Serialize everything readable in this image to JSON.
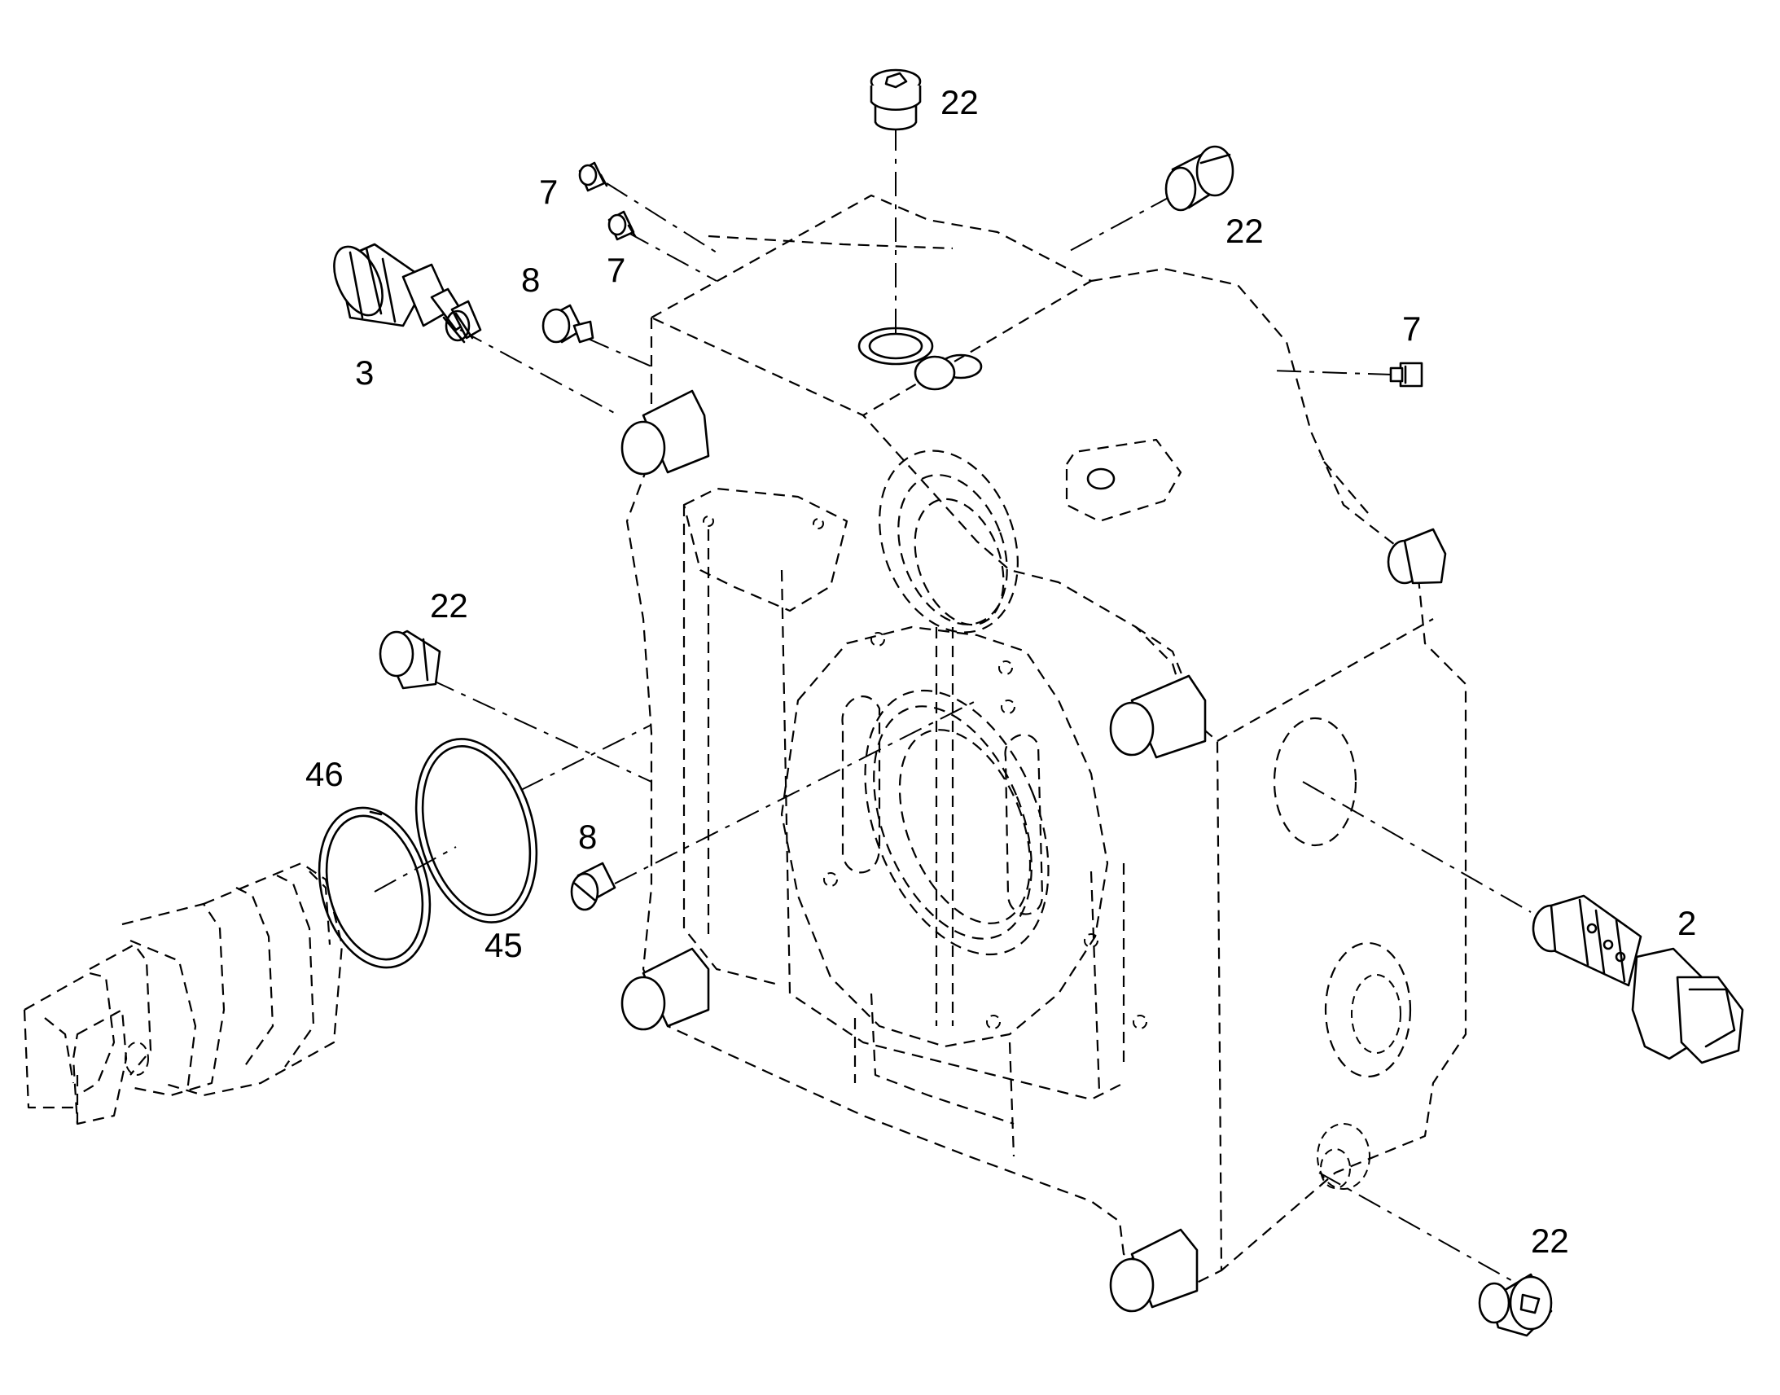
{
  "drawing": {
    "callouts": [
      {
        "id": "c-22-top",
        "text": "22"
      },
      {
        "id": "c-22-topright",
        "text": "22"
      },
      {
        "id": "c-7-a",
        "text": "7"
      },
      {
        "id": "c-7-b",
        "text": "7"
      },
      {
        "id": "c-7-right",
        "text": "7"
      },
      {
        "id": "c-8-top",
        "text": "8"
      },
      {
        "id": "c-3",
        "text": "3"
      },
      {
        "id": "c-22-left",
        "text": "22"
      },
      {
        "id": "c-46",
        "text": "46"
      },
      {
        "id": "c-8-mid",
        "text": "8"
      },
      {
        "id": "c-45",
        "text": "45"
      },
      {
        "id": "c-2",
        "text": "2"
      },
      {
        "id": "c-22-bottom",
        "text": "22"
      }
    ]
  }
}
